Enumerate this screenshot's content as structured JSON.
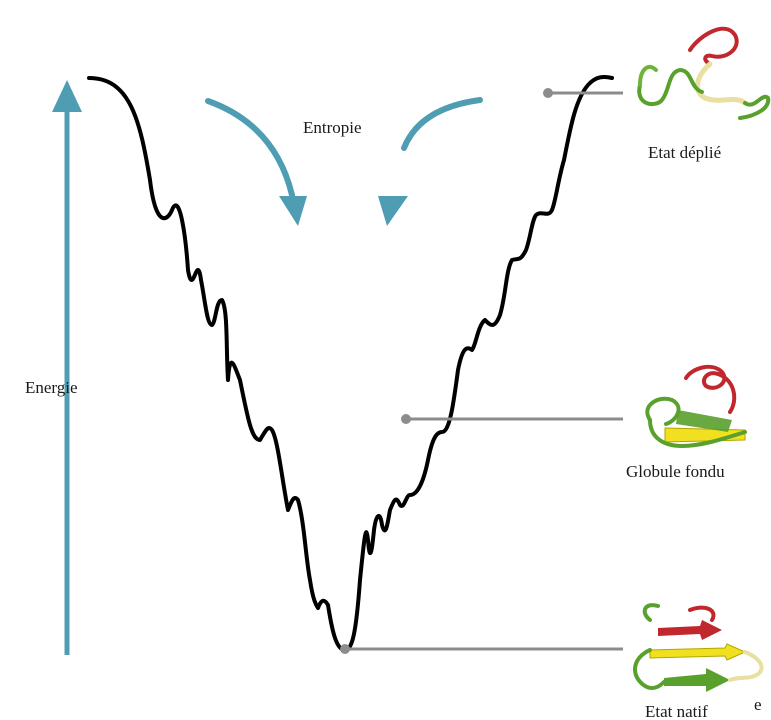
{
  "labels": {
    "entropy": "Entropie",
    "energy": "Energie",
    "unfolded": "Etat déplié",
    "molten_globule": "Globule fondu",
    "native": "Etat natif",
    "edge_mark": "e"
  },
  "colors": {
    "arrow": "#4f9db3",
    "funnel": "#000000",
    "connector": "#8c8c8c",
    "helix_red": "#c0282d",
    "strand_yellow": "#f0e020",
    "coil_green": "#5aa02c",
    "coil_pale": "#e8dfa0"
  },
  "structures": [
    {
      "name": "unfolded-structure",
      "state": "unfolded"
    },
    {
      "name": "molten-globule-structure",
      "state": "partially folded"
    },
    {
      "name": "native-structure",
      "state": "folded"
    }
  ]
}
